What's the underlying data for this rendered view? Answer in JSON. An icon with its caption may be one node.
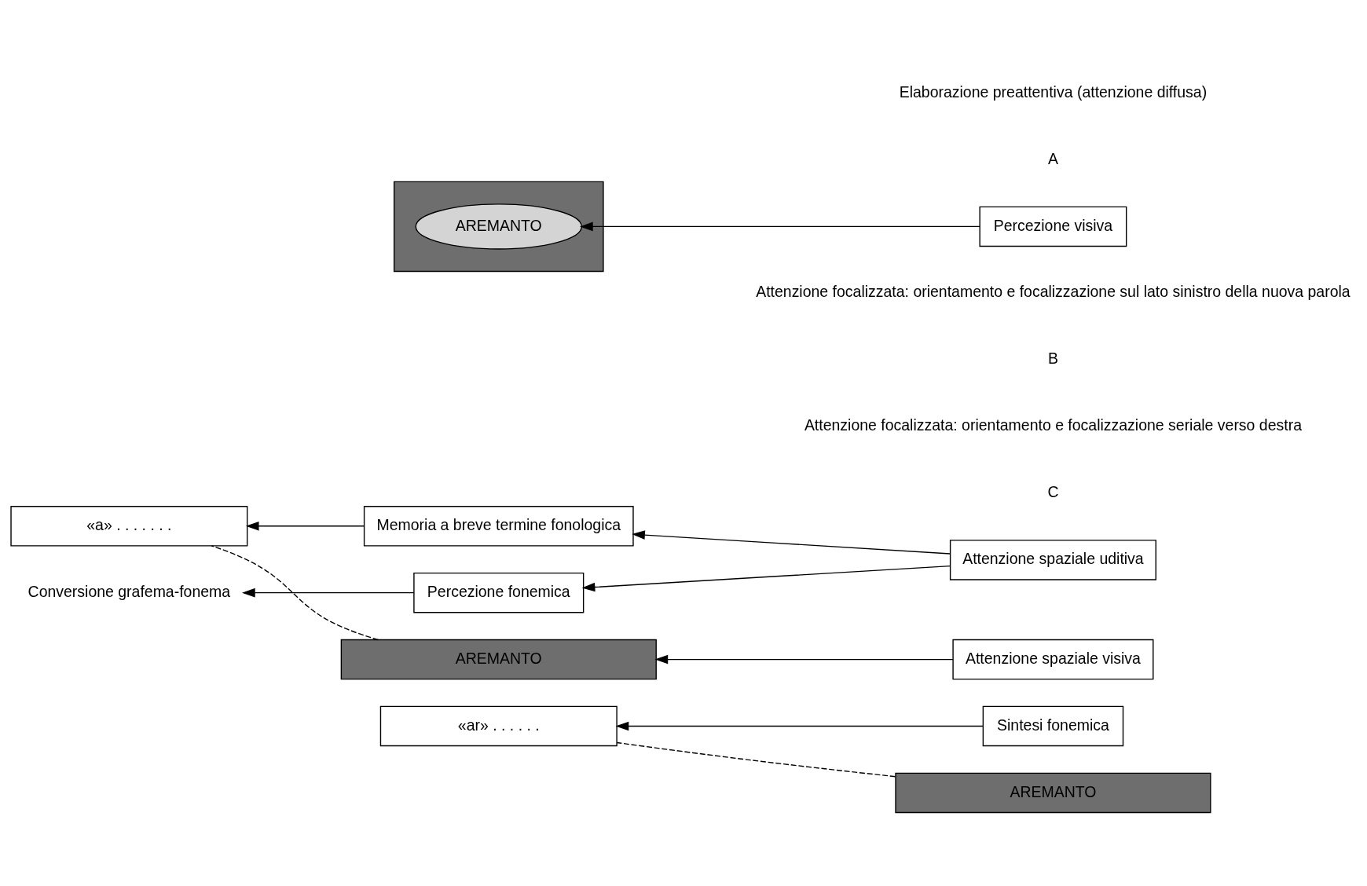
{
  "diagram": {
    "nodes": [
      {
        "text": [],
        "shape": "box"
      },
      {
        "text": [
          "AREMANTO"
        ],
        "in": 0
      },
      {
        "text": [
          "Percezione visiva"
        ]
      },
      {
        "text": [
          "AREMANTO"
        ]
      },
      {
        "text": [
          "Attenzione spaziale visiva"
        ]
      },
      {
        "text": [
          "Conversione grafema-fonema"
        ]
      },
      {
        "text": [
          "Percezione fonemica"
        ]
      },
      {
        "text": [
          "«a» . . . . . . ."
        ]
      },
      {
        "text": [
          "Memoria a breve termine fonologica"
        ]
      },
      {
        "text": [
          "AREMANTO"
        ]
      },
      {
        "text": [
          "Attenzione spaziale uditiva"
        ]
      },
      {
        "text": [
          "«ar» . . . . . ."
        ]
      },
      {
        "text": [
          "Sintesi fonemica"
        ]
      }
    ],
    "edges": [
      {
        "from": 2,
        "to": 1,
        "arrow": "to"
      },
      {
        "from": 4,
        "to": 3,
        "arrow": "to"
      },
      {
        "from": 6,
        "to": 5,
        "arrow": "to"
      },
      {
        "from": 8,
        "to": 7,
        "arrow": "to"
      },
      {
        "from": 3,
        "to": 7,
        "arrow": "none",
        "style": "dashed"
      },
      {
        "from": 10,
        "to": 8,
        "arrow": "to"
      },
      {
        "from": 10,
        "to": 6,
        "arrow": "to"
      },
      {
        "from": 9,
        "to": 11,
        "arrow": "none",
        "style": "dashed"
      },
      {
        "from": 12,
        "to": 11,
        "arrow": "to"
      }
    ],
    "labels": [
      "Elaborazione preattentiva (attenzione diffusa)",
      "A",
      "Attenzione focalizzata: orientamento e focalizzazione sul lato sinistro della nuova parola",
      "B",
      "Attenzione focalizzata: orientamento e focalizzazione seriale verso destra",
      "C"
    ]
  }
}
